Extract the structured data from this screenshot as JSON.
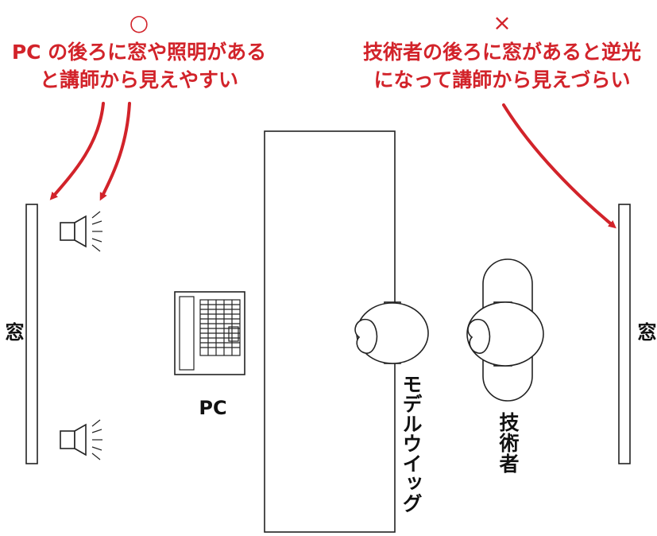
{
  "left_note": {
    "symbol": "○",
    "line1": "PC の後ろに窓や照明がある",
    "line2": "と講師から見えやすい"
  },
  "right_note": {
    "symbol": "×",
    "line1": "技術者の後ろに窓があると逆光",
    "line2": "になって講師から見えづらい"
  },
  "labels": {
    "window_left": "窓",
    "window_right": "窓",
    "pc": "PC",
    "model_wig": "モデルウイッグ",
    "technician": "技術者"
  },
  "colors": {
    "accent_red": "#d2232a",
    "line": "#222222"
  }
}
